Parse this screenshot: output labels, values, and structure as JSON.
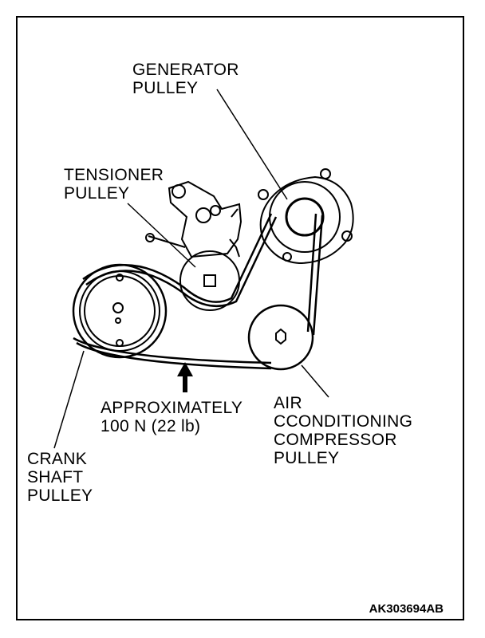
{
  "labels": {
    "generator": [
      "GENERATOR",
      "PULLEY"
    ],
    "tensioner": [
      "TENSIONER",
      "PULLEY"
    ],
    "approx": [
      "APPROXIMATELY",
      "100 N (22 lb)"
    ],
    "aircon": [
      "AIR",
      "CCONDITIONING",
      "COMPRESSOR",
      "PULLEY"
    ],
    "crank": [
      "CRANK",
      "SHAFT",
      "PULLEY"
    ]
  },
  "document_id": "AK303694AB"
}
